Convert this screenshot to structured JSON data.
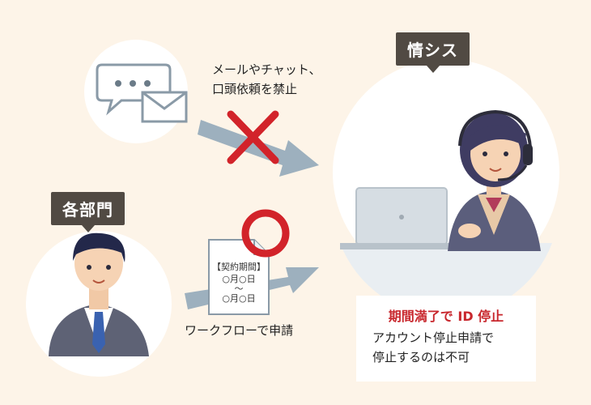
{
  "labels": {
    "info_sys": "情シス",
    "departments": "各部門"
  },
  "prohibited": {
    "line1": "メールやチャット、",
    "line2": "口頭依頼を禁止"
  },
  "workflow": {
    "label": "ワークフローで申請",
    "doc_title": "【契約期間】",
    "doc_from": "○月○日",
    "doc_tilde": "〜",
    "doc_to": "○月○日"
  },
  "note": {
    "headline": "期間満了で ID 停止",
    "line1": "アカウント停止申請で",
    "line2": "停止するのは不可"
  },
  "icons": [
    "chat-bubble-icon",
    "mail-envelope-icon",
    "cross-mark-icon",
    "circle-mark-icon",
    "document-icon"
  ],
  "colors": {
    "background": "#fdf4e8",
    "tag": "#514a43",
    "arrow": "#9db0be",
    "cross": "#d2232a",
    "circle": "#d2232a",
    "headline": "#c8272d"
  }
}
